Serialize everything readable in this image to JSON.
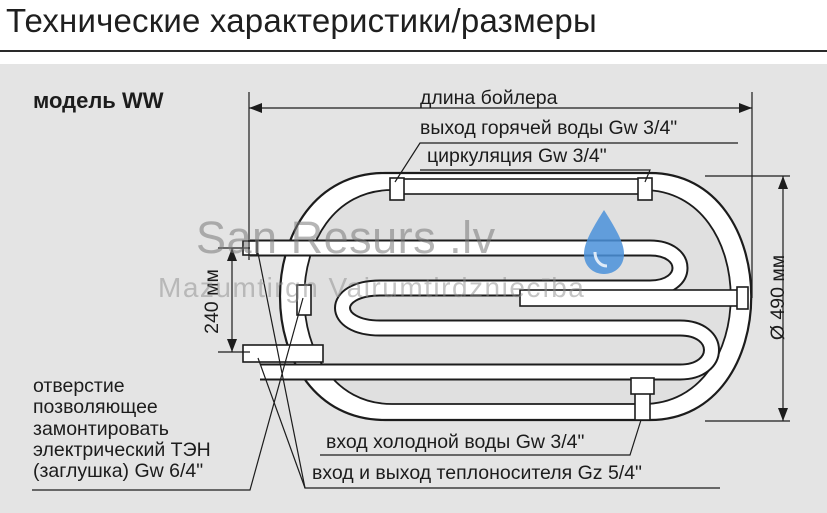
{
  "header": {
    "title": "Технические характеристики/размеры"
  },
  "diagram": {
    "model": "модель WW",
    "labels": {
      "length": "длина бойлера",
      "hot_out": "выход горячей воды Gw 3/4\"",
      "circulation": "циркуляция Gw 3/4\"",
      "cold_in": "вход холодной воды Gw 3/4\"",
      "heat_carrier": "вход и выход теплоносителя Gz 5/4\"",
      "height": "240 мм",
      "diameter": "Ø 490 мм"
    },
    "note_lines": [
      "отверстие",
      "позволяющее",
      "замонтировать",
      "электрический ТЭН",
      "(заглушка) Gw 6/4\""
    ]
  },
  "watermark": {
    "brand": "San Resurs .lv",
    "tagline": "Mazumtirgn Vairumtirdzniecība",
    "drop_color": "#4a90d9"
  },
  "colors": {
    "panel": "#e4e4e4",
    "line": "#1c1c1c"
  }
}
